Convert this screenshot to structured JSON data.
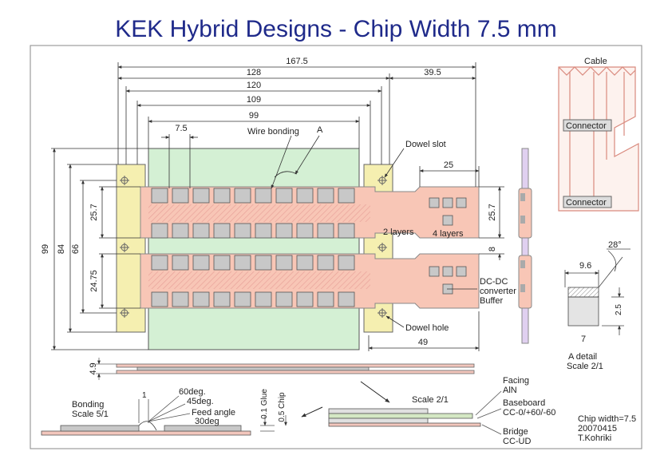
{
  "slide": {
    "title": "KEK Hybrid Designs - Chip Width 7.5 mm"
  },
  "dimensions": {
    "d167": "167.5",
    "d128": "128",
    "d395": "39.5",
    "d120": "120",
    "d109": "109",
    "d99": "99",
    "d75": "7.5",
    "d25": "25",
    "d257a": "25.7",
    "d257b": "25.7",
    "d2475": "24.75",
    "d99v": "99",
    "d84": "84",
    "d66": "66",
    "d8": "8",
    "d49": "49",
    "d49v": "4.9"
  },
  "labels": {
    "wire_bonding": "Wire bonding",
    "a": "A",
    "dowel_slot": "Dowel slot",
    "dowel_hole": "Dowel hole",
    "two_layers": "2 layers",
    "four_layers": "4 layers",
    "dcdc1": "DC-DC",
    "dcdc2": "converter",
    "dcdc3": "Buffer"
  },
  "cable_view": {
    "cable": "Cable",
    "connector_top": "Connector",
    "connector_bottom": "Connector"
  },
  "a_detail": {
    "angle": "28°",
    "width": "9.6",
    "height": "2.5",
    "seven": "7",
    "title": "A detail",
    "scale": "Scale 2/1"
  },
  "bonding": {
    "title": "Bonding",
    "scale": "Scale 5/1",
    "one": "1",
    "deg60": "60deg.",
    "deg45": "45deg.",
    "feed1": "Feed angle",
    "feed2": "30deg",
    "glue": "0.1 Glue",
    "chip": "0.5 Chip"
  },
  "section": {
    "scale": "Scale 2/1",
    "facing1": "Facing",
    "facing2": "AlN",
    "baseboard1": "Baseboard",
    "baseboard2": "CC-0/+60/-60",
    "bridge1": "Bridge",
    "bridge2": "CC-UD"
  },
  "info": {
    "chip_width": "Chip width=7.5",
    "date": "20070415",
    "author": "T.Kohriki"
  }
}
